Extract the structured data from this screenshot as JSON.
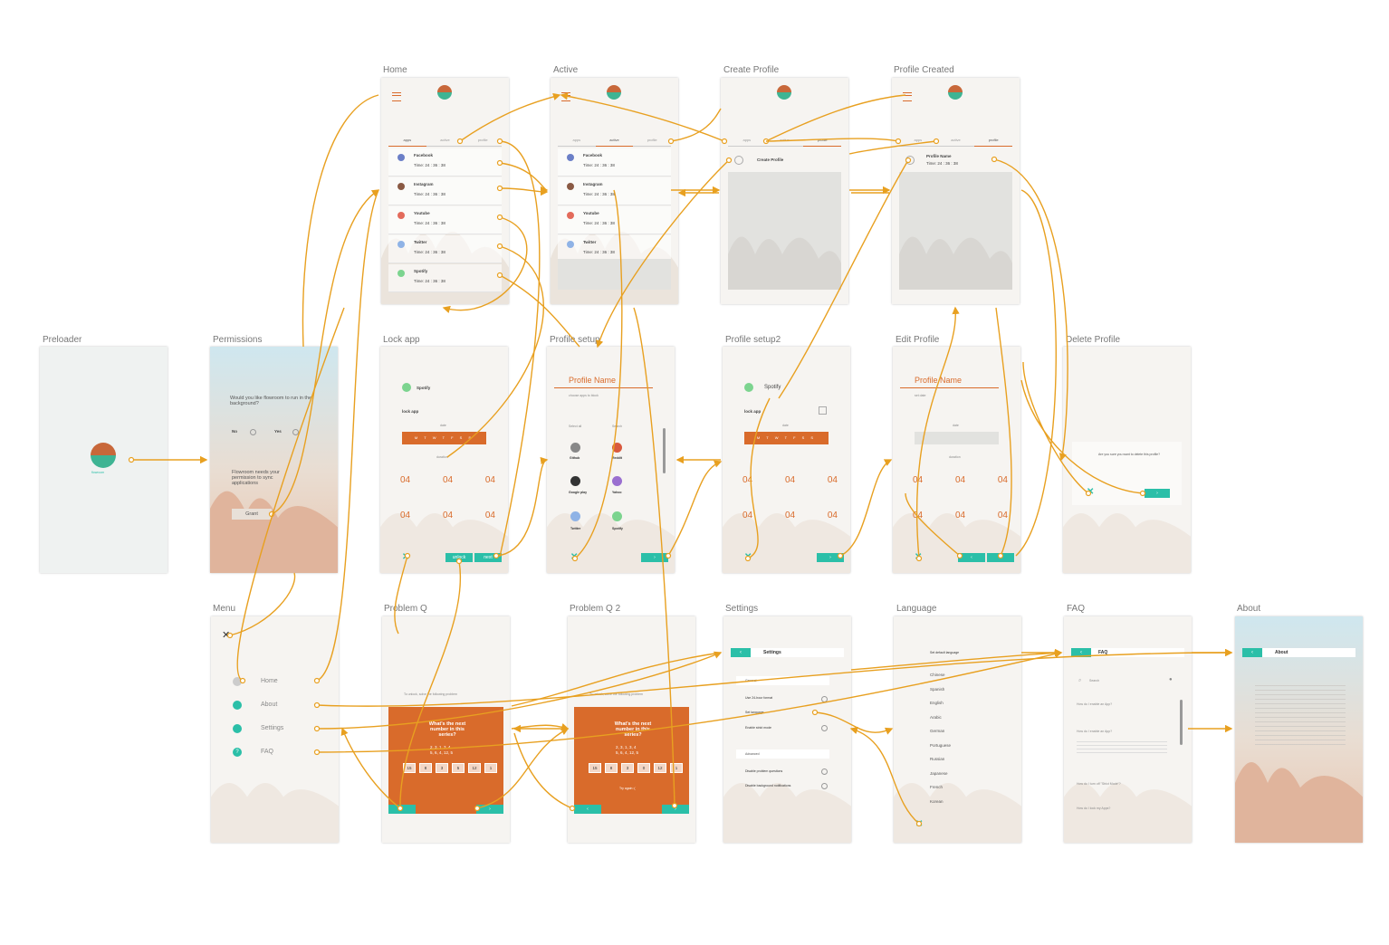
{
  "screens": {
    "home": {
      "label": "Home"
    },
    "active": {
      "label": "Active"
    },
    "create_profile": {
      "label": "Create Profile",
      "create_text": "Create Profile"
    },
    "profile_created": {
      "label": "Profile Created",
      "profile_name": "Profile Name",
      "time": "Time: 24 : 36 : 38"
    },
    "preloader": {
      "label": "Preloader",
      "brand": "flowroom"
    },
    "permissions": {
      "label": "Permissions",
      "question": "Would you like flowroom to run in the background?",
      "no": "No",
      "yes": "Yes",
      "needs": "Flowroom needs your permission to sync applications",
      "grant": "Grant"
    },
    "lock_app": {
      "label": "Lock app",
      "app": "Spotify",
      "lock": "lock app",
      "date": "date",
      "duration": "duration",
      "days": "M T W T F S S",
      "btn1": "unlock",
      "btn2": "next"
    },
    "profile_setup": {
      "label": "Profile setup",
      "title": "Profile Name",
      "sub": "choose apps to block",
      "select_all": "Select all",
      "search": "Search",
      "apps": [
        "Github",
        "Reddit",
        "Google play",
        "Yahoo",
        "Twitter",
        "Spotify"
      ]
    },
    "profile_setup2": {
      "label": "Profile setup2",
      "app": "Spotify",
      "lock": "lock app",
      "date": "date",
      "days": "M T W T F S S"
    },
    "edit_profile": {
      "label": "Edit Profile",
      "title": "Profile Name",
      "sub": "set date",
      "date": "date",
      "duration": "duration"
    },
    "delete_profile": {
      "label": "Delete Profile",
      "question": "Are you sure you want to delete this profile?"
    },
    "menu": {
      "label": "Menu",
      "items": [
        "Home",
        "About",
        "Settings",
        "FAQ"
      ]
    },
    "problem_q": {
      "label": "Problem Q",
      "intro": "To unlock, solve the following problem",
      "question": "What's the next number in this series?",
      "series1": "2, 3, 1, 3, 4",
      "series2": "5, 6, 4, 12, 5",
      "answers": [
        "15",
        "8",
        "3",
        "5",
        "12",
        "1"
      ]
    },
    "problem_q2": {
      "label": "Problem Q 2",
      "intro": "To unlock, solve the following problem",
      "question": "What's the next number in this series?",
      "series1": "2, 3, 1, 3, 4",
      "series2": "5, 6, 4, 12, 5",
      "answers": [
        "15",
        "8",
        "3",
        "0",
        "12",
        "1"
      ],
      "retry": "Try again :("
    },
    "settings": {
      "label": "Settings",
      "title": "Settings",
      "general": "General",
      "opt1": "Use 24-hour format",
      "opt2": "Set language",
      "opt3": "Enable strict mode",
      "advanced": "Advanced",
      "opt4": "Disable problem questions",
      "opt5": "Disable background notifications"
    },
    "language": {
      "label": "Language",
      "title": "Set default language",
      "languages": [
        "Chinese",
        "Spanish",
        "English",
        "Arabic",
        "German",
        "Portuguese",
        "Russian",
        "Japanese",
        "French",
        "Korean"
      ]
    },
    "faq": {
      "label": "FAQ",
      "title": "FAQ",
      "search": "Search",
      "q1": "How do I enable an App?",
      "q2": "How do I enable an App?",
      "q3": "How do I turn off \"Strict Mode\"?",
      "q4": "How do I lock my Apps?"
    },
    "about": {
      "label": "About",
      "title": "About"
    }
  },
  "home_apps": [
    {
      "name": "Facebook",
      "time": "Time: 24 : 36 : 38"
    },
    {
      "name": "Instagram",
      "time": "Time: 24 : 36 : 38"
    },
    {
      "name": "Youtube",
      "time": "Time: 24 : 36 : 38"
    },
    {
      "name": "Twitter",
      "time": "Time: 24 : 36 : 38"
    },
    {
      "name": "Spotify",
      "time": "Time: 24 : 36 : 38"
    }
  ],
  "tabs": [
    "apps",
    "active",
    "profile"
  ],
  "time_values": "04",
  "colors": {
    "accent": "#d96b2b",
    "teal": "#2bbfa8",
    "flow": "#e8a020"
  }
}
